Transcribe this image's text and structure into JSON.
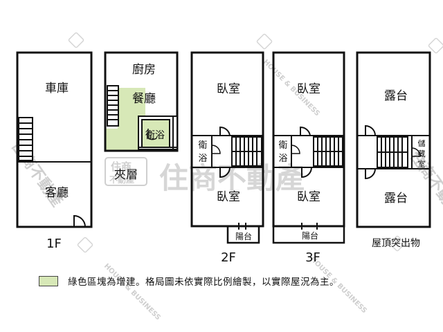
{
  "floors": {
    "f1": {
      "caption": "1F",
      "rooms": {
        "garage": "車庫",
        "living": "客廳"
      }
    },
    "mezz": {
      "caption": "夾層",
      "rooms": {
        "kitchen": "廚房",
        "dining": "餐廳",
        "bath": "衛浴"
      }
    },
    "f2": {
      "caption": "2F",
      "rooms": {
        "bedroom_top": "臥室",
        "bath_a": "衛",
        "bath_b": "浴",
        "bedroom_bottom": "臥室",
        "balcony": "陽台"
      }
    },
    "f3": {
      "caption": "3F",
      "rooms": {
        "bedroom_top": "臥室",
        "bath_a": "衛",
        "bath_b": "浴",
        "bedroom_bottom": "臥室",
        "balcony": "陽台"
      }
    },
    "roof": {
      "caption": "屋頂突出物",
      "rooms": {
        "terrace_top": "露台",
        "storage_a": "儲",
        "storage_b": "藏",
        "storage_c": "室",
        "terrace_bottom": "露台"
      }
    }
  },
  "watermark": {
    "brand_main": "住商不動產",
    "brand_small_top": "住商",
    "brand_small_bottom": "不動產",
    "diagonal": "HOUSE & BUSINESS"
  },
  "colors": {
    "addition_fill": "#d7e8b7",
    "wall": "#111111"
  },
  "legend": {
    "text": "綠色區塊為增建。格局圖未依實際比例繪製，以實際屋況為主。"
  }
}
